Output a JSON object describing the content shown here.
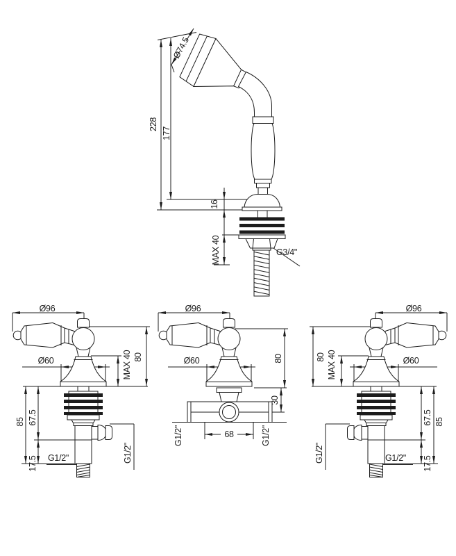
{
  "drawing": {
    "background": "#ffffff",
    "line_color": "#1c1c1c",
    "hand_shower": {
      "head_diameter_label": "Ø74.5",
      "overall_height_label": "228",
      "handle_height_label": "177",
      "flange_height_label": "16",
      "max_thickness_label": "MAX 40",
      "hose_thread_label": "G3/4\""
    },
    "valve_left": {
      "handle_diameter_label": "Ø96",
      "escutcheon_diameter_label": "Ø60",
      "max_wall_label": "MAX 40",
      "handle_height_label": "80",
      "body_depth_label": "85",
      "outlet_depth_label": "67.5",
      "outlet_offset_label": "17.5",
      "bottom_thread_label": "G1/2\"",
      "side_thread_label": "G1/2\""
    },
    "valve_middle": {
      "handle_diameter_label": "Ø96",
      "escutcheon_diameter_label": "Ø60",
      "handle_height_label": "80",
      "body_offset_label": "30",
      "body_width_label": "68",
      "left_thread_label": "G1/2\"",
      "right_thread_label": "G1/2\""
    },
    "valve_right": {
      "handle_diameter_label": "Ø96",
      "escutcheon_diameter_label": "Ø60",
      "max_wall_label": "MAX 40",
      "handle_height_label": "80",
      "body_depth_label": "85",
      "outlet_depth_label": "67.5",
      "outlet_offset_label": "17.5",
      "bottom_thread_label": "G1/2\"",
      "side_thread_label": "G1/2\""
    }
  }
}
